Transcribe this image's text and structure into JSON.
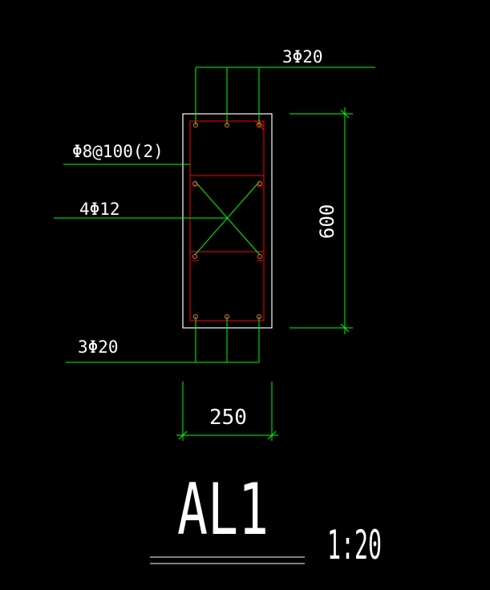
{
  "drawing": {
    "title": "AL1",
    "scale": "1:20",
    "labels": {
      "top_rebar": "3Φ20",
      "stirrup": "Φ8@100(2)",
      "side_rebar": "4Φ12",
      "bottom_rebar": "3Φ20"
    },
    "dimensions": {
      "height": "600",
      "width": "250"
    },
    "colors": {
      "background": "#000000",
      "outline": "#FFFFFF",
      "leader": "#00FF00",
      "rebar": "#FF0000",
      "text": "#FFFFFF"
    }
  }
}
